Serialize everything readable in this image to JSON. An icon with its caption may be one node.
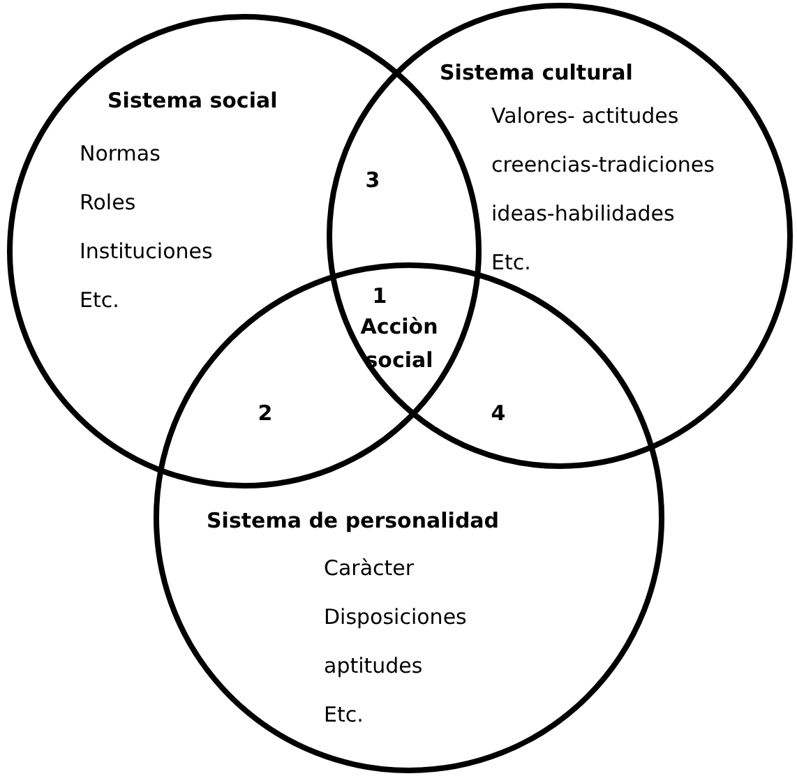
{
  "diagram": {
    "nodes": [
      {
        "text": [
          "Sistema social",
          "Normas",
          "Roles",
          "Instituciones",
          "Etc."
        ]
      },
      {
        "text": [
          "Sistema cultural",
          "Valores- actitudes",
          "creencias-tradiciones",
          "ideas-habilidades",
          "Etc."
        ]
      },
      {
        "text": [
          "Sistema de personalidad",
          "Caràcter",
          "Disposiciones",
          "aptitudes",
          "Etc."
        ]
      }
    ],
    "edges": [],
    "labels": [
      "3",
      "1",
      "Acciòn social",
      "2",
      "4"
    ]
  }
}
